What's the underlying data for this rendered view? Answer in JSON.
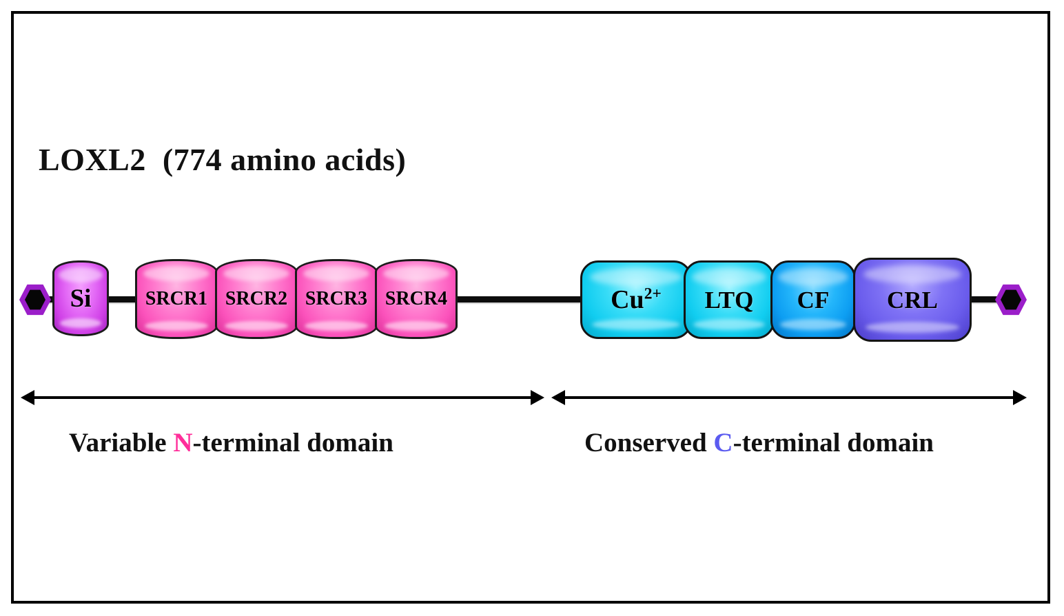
{
  "figure": {
    "title": "LOXL2  (774 amino acids)",
    "protein_name": "LOXL2",
    "length_label": "774 amino acids"
  },
  "domains": [
    {
      "id": "si",
      "label": "Si",
      "sup": "",
      "color": "#dd55ee",
      "shape": "cylinder",
      "region": "N-terminal"
    },
    {
      "id": "srcr1",
      "label": "SRCR1",
      "sup": "",
      "color": "#ff63c4",
      "shape": "cylinder",
      "region": "N-terminal"
    },
    {
      "id": "srcr2",
      "label": "SRCR2",
      "sup": "",
      "color": "#ff63c4",
      "shape": "cylinder",
      "region": "N-terminal"
    },
    {
      "id": "srcr3",
      "label": "SRCR3",
      "sup": "",
      "color": "#ff63c4",
      "shape": "cylinder",
      "region": "N-terminal"
    },
    {
      "id": "srcr4",
      "label": "SRCR4",
      "sup": "",
      "color": "#ff63c4",
      "shape": "cylinder",
      "region": "N-terminal"
    },
    {
      "id": "cu",
      "label": "Cu",
      "sup": "2+",
      "color": "#1bd5f2",
      "shape": "round-rect",
      "region": "C-terminal"
    },
    {
      "id": "ltq",
      "label": "LTQ",
      "sup": "",
      "color": "#1bd5f2",
      "shape": "round-rect",
      "region": "C-terminal"
    },
    {
      "id": "cf",
      "label": "CF",
      "sup": "",
      "color": "#11a7f0",
      "shape": "round-rect",
      "region": "C-terminal"
    },
    {
      "id": "crl",
      "label": "CRL",
      "sup": "",
      "color": "#6e63ee",
      "shape": "round-rect",
      "region": "C-terminal"
    }
  ],
  "regions": {
    "n_terminal": {
      "prefix": "Variable ",
      "accent": "N",
      "suffix": "-terminal domain",
      "accent_color": "#ff2e9a"
    },
    "c_terminal": {
      "prefix": "Conserved ",
      "accent": "C",
      "suffix": "-terminal domain",
      "accent_color": "#5b5bf0"
    }
  },
  "terminals": {
    "n_cap": "n-terminus-cap",
    "c_cap": "c-terminus-cap",
    "cap_fill": "#060606",
    "cap_border": "#9b1ec9"
  }
}
